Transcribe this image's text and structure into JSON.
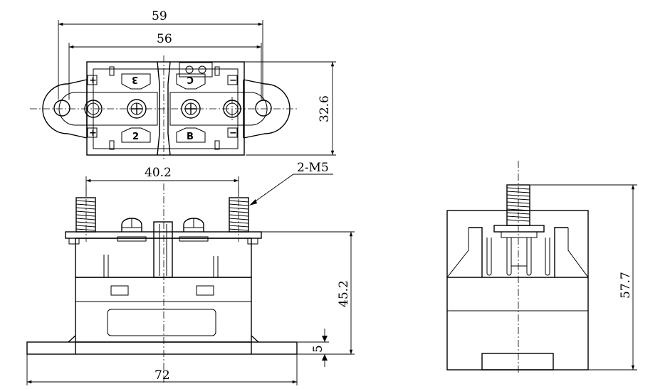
{
  "dimensions": {
    "overall_width_top": "59",
    "mounting_hole_spacing": "56",
    "housing_depth": "32.6",
    "terminal_spacing": "40.2",
    "thread_callout": "2-M5",
    "body_height": "45.2",
    "flange_thickness": "5",
    "base_length": "72",
    "overall_height_side": "57.7"
  },
  "terminal_labels": {
    "top_left_pos": "+",
    "top_left_num": "3",
    "top_right_letter": "C",
    "top_right_neg": "−",
    "bottom_left_pos": "+",
    "bottom_left_num": "2",
    "bottom_right_letter": "B",
    "bottom_right_neg": "−"
  }
}
